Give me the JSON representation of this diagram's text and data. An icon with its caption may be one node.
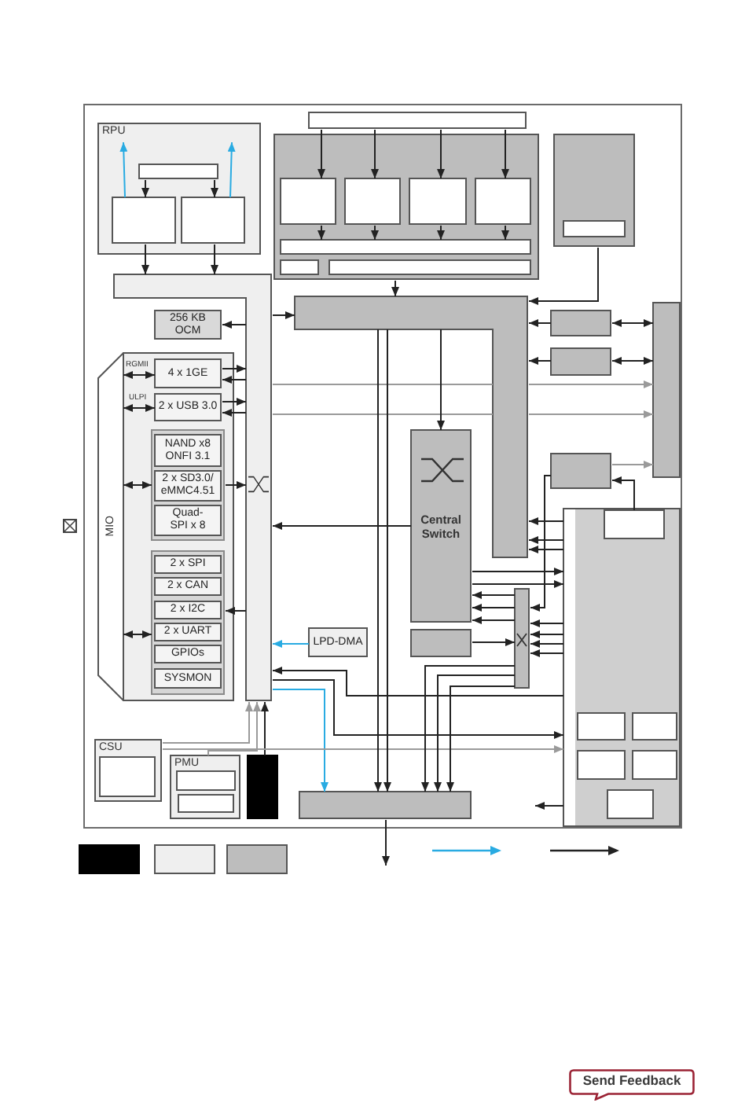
{
  "diagram": {
    "nodes": [
      {
        "text": [],
        "shape": "box"
      },
      {
        "text": [
          "RPU"
        ],
        "in": 0
      },
      {
        "text": [],
        "shape": "box",
        "in": 1
      },
      {
        "text": [],
        "shape": "box",
        "in": 1
      },
      {
        "text": [],
        "shape": "box",
        "in": 1
      },
      {
        "text": [],
        "shape": "box",
        "in": 0
      },
      {
        "text": [],
        "shape": "box",
        "in": 0
      },
      {
        "text": [],
        "shape": "box",
        "in": 6
      },
      {
        "text": [],
        "shape": "box",
        "in": 6
      },
      {
        "text": [],
        "shape": "box",
        "in": 6
      },
      {
        "text": [],
        "shape": "box",
        "in": 6
      },
      {
        "text": [],
        "shape": "box",
        "in": 6
      },
      {
        "text": [],
        "shape": "box",
        "in": 6
      },
      {
        "text": [],
        "shape": "box",
        "in": 6
      },
      {
        "text": [],
        "shape": "box",
        "in": 0
      },
      {
        "text": [],
        "shape": "box",
        "in": 14
      },
      {
        "text": [],
        "shape": "box",
        "in": 0
      },
      {
        "text": [],
        "shape": "box",
        "in": 0
      },
      {
        "text": [],
        "shape": "box",
        "in": 0
      },
      {
        "text": [],
        "shape": "box",
        "in": 0
      },
      {
        "text": [],
        "shape": "box",
        "in": 0
      },
      {
        "text": [
          "256 KB OCM"
        ],
        "in": 0
      },
      {
        "text": [
          "MIO"
        ],
        "in": 0
      },
      {
        "text": [
          "4 x 1GE"
        ],
        "in": 22
      },
      {
        "text": [
          "2 x USB 3.0"
        ],
        "in": 22
      },
      {
        "text": [],
        "shape": "box",
        "in": 22
      },
      {
        "text": [
          "NAND x8 ONFI 3.1"
        ],
        "in": 25
      },
      {
        "text": [
          "2 x SD3.0/ eMMC4.51"
        ],
        "in": 25
      },
      {
        "text": [
          "Quad-SPI x 8"
        ],
        "in": 25
      },
      {
        "text": [],
        "shape": "box",
        "in": 22
      },
      {
        "text": [
          "2 x SPI"
        ],
        "in": 29
      },
      {
        "text": [
          "2 x CAN"
        ],
        "in": 29
      },
      {
        "text": [
          "2 x I2C"
        ],
        "in": 29
      },
      {
        "text": [
          "2 x UART"
        ],
        "in": 29
      },
      {
        "text": [
          "GPIOs"
        ],
        "in": 29
      },
      {
        "text": [
          "SYSMON"
        ],
        "in": 29
      },
      {
        "text": [],
        "shape": "box",
        "in": 0
      },
      {
        "text": [
          "Central Switch"
        ],
        "in": 0
      },
      {
        "text": [],
        "shape": "box",
        "in": 0
      },
      {
        "text": [],
        "shape": "box",
        "in": 38
      },
      {
        "text": [],
        "shape": "box",
        "in": 0
      },
      {
        "text": [],
        "shape": "box",
        "in": 0
      },
      {
        "text": [
          "LPD-DMA"
        ],
        "in": 0
      },
      {
        "text": [],
        "shape": "box",
        "in": 38
      },
      {
        "text": [],
        "shape": "box",
        "in": 38
      },
      {
        "text": [],
        "shape": "box",
        "in": 38
      },
      {
        "text": [],
        "shape": "box",
        "in": 38
      },
      {
        "text": [],
        "shape": "box",
        "in": 38
      },
      {
        "text": [
          "CSU"
        ],
        "in": 0
      },
      {
        "text": [],
        "shape": "box",
        "in": 48
      },
      {
        "text": [
          "PMU"
        ],
        "in": 0
      },
      {
        "text": [],
        "shape": "box",
        "in": 50
      },
      {
        "text": [],
        "shape": "box",
        "in": 50
      },
      {
        "text": [],
        "shape": "box",
        "in": 0
      },
      {
        "text": [],
        "shape": "box",
        "in": 0
      },
      {
        "text": [],
        "shape": "box"
      },
      {
        "text": [],
        "shape": "box"
      },
      {
        "text": [],
        "shape": "box"
      }
    ],
    "edges": [
      {
        "from": 5,
        "to": 7,
        "arrow": "to"
      },
      {
        "from": 5,
        "to": 8,
        "arrow": "to"
      },
      {
        "from": 5,
        "to": 9,
        "arrow": "to"
      },
      {
        "from": 5,
        "to": 10,
        "arrow": "to"
      },
      {
        "from": 7,
        "to": 11,
        "arrow": "to"
      },
      {
        "from": 8,
        "to": 11,
        "arrow": "to"
      },
      {
        "from": 9,
        "to": 11,
        "arrow": "to"
      },
      {
        "from": 10,
        "to": 11,
        "arrow": "to"
      },
      {
        "from": 2,
        "to": 3,
        "arrow": "to"
      },
      {
        "from": 2,
        "to": 4,
        "arrow": "to"
      },
      {
        "from": 3,
        "to": null,
        "arrow": "to",
        "color": "#29abe2"
      },
      {
        "from": 4,
        "to": null,
        "arrow": "to",
        "color": "#29abe2"
      },
      {
        "from": 3,
        "to": 16,
        "arrow": "to"
      },
      {
        "from": 4,
        "to": 16,
        "arrow": "to"
      },
      {
        "from": 6,
        "to": 17,
        "arrow": "to"
      },
      {
        "from": 14,
        "to": 17,
        "arrow": "to"
      },
      {
        "from": 16,
        "to": 17,
        "arrow": "to"
      },
      {
        "from": 16,
        "to": 21,
        "arrow": "to"
      },
      {
        "from": 18,
        "to": 17,
        "arrow": "to"
      },
      {
        "from": 19,
        "to": 17,
        "arrow": "to"
      },
      {
        "from": 18,
        "to": 20,
        "arrow": "both"
      },
      {
        "from": 19,
        "to": 20,
        "arrow": "both"
      },
      {
        "from": 23,
        "to": 16,
        "arrow": "to"
      },
      {
        "from": 16,
        "to": 23,
        "arrow": "to"
      },
      {
        "from": 22,
        "to": 23,
        "arrow": "both",
        "label": "RGMII"
      },
      {
        "from": 16,
        "to": 17,
        "arrow": "none",
        "color": "#9a9a9a"
      },
      {
        "from": 24,
        "to": 16,
        "arrow": "to"
      },
      {
        "from": 16,
        "to": 24,
        "arrow": "to"
      },
      {
        "from": 22,
        "to": 24,
        "arrow": "both",
        "label": "ULPI"
      },
      {
        "from": 16,
        "to": 17,
        "arrow": "none",
        "color": "#9a9a9a"
      },
      {
        "from": 22,
        "to": 25,
        "arrow": "both"
      },
      {
        "from": 25,
        "to": 16,
        "arrow": "to"
      },
      {
        "from": 37,
        "to": 16,
        "arrow": "to"
      },
      {
        "from": 16,
        "to": 29,
        "arrow": "to"
      },
      {
        "from": 22,
        "to": 29,
        "arrow": "both"
      },
      {
        "from": 42,
        "to": 16,
        "arrow": "to",
        "color": "#29abe2"
      },
      {
        "from": 38,
        "to": 16,
        "arrow": "to"
      },
      {
        "from": 16,
        "to": 54,
        "arrow": "to",
        "color": "#29abe2"
      },
      {
        "from": 48,
        "to": 16,
        "arrow": "to",
        "color": "#9a9a9a"
      },
      {
        "from": 50,
        "to": 16,
        "arrow": "to",
        "color": "#9a9a9a"
      },
      {
        "from": 53,
        "to": 16,
        "arrow": "to"
      },
      {
        "from": 48,
        "to": 38,
        "arrow": "to",
        "color": "#9a9a9a"
      },
      {
        "from": 17,
        "to": 37,
        "arrow": "to"
      },
      {
        "from": 17,
        "to": 54,
        "arrow": "to"
      },
      {
        "from": 17,
        "to": 54,
        "arrow": "to"
      },
      {
        "from": 36,
        "to": 20,
        "arrow": "to",
        "color": "#9a9a9a"
      },
      {
        "from": 39,
        "to": 36,
        "arrow": "to"
      },
      {
        "from": 38,
        "to": 17,
        "arrow": "to"
      },
      {
        "from": 38,
        "to": 17,
        "arrow": "to"
      },
      {
        "from": 38,
        "to": 17,
        "arrow": "to"
      },
      {
        "from": 37,
        "to": 38,
        "arrow": "to"
      },
      {
        "from": 37,
        "to": 38,
        "arrow": "to"
      },
      {
        "from": 40,
        "to": 37,
        "arrow": "to"
      },
      {
        "from": 40,
        "to": 37,
        "arrow": "to"
      },
      {
        "from": 40,
        "to": 37,
        "arrow": "to"
      },
      {
        "from": 36,
        "to": 40,
        "arrow": "to"
      },
      {
        "from": 38,
        "to": 40,
        "arrow": "to"
      },
      {
        "from": 38,
        "to": 40,
        "arrow": "to"
      },
      {
        "from": 38,
        "to": 40,
        "arrow": "to"
      },
      {
        "from": 38,
        "to": 40,
        "arrow": "to"
      },
      {
        "from": 41,
        "to": 40,
        "arrow": "to"
      },
      {
        "from": 40,
        "to": 54,
        "arrow": "to"
      },
      {
        "from": 40,
        "to": 54,
        "arrow": "to"
      },
      {
        "from": 40,
        "to": 54,
        "arrow": "to"
      },
      {
        "from": 38,
        "to": null,
        "arrow": "to"
      },
      {
        "from": 54,
        "to": null,
        "arrow": "to"
      },
      {
        "from": 16,
        "to": 38,
        "arrow": "to"
      },
      {
        "from": 17,
        "to": 20,
        "arrow": "to",
        "color": "#9a9a9a"
      },
      {
        "from": 17,
        "to": 20,
        "arrow": "to",
        "color": "#9a9a9a"
      }
    ],
    "labels": [
      "Send Feedback"
    ]
  }
}
